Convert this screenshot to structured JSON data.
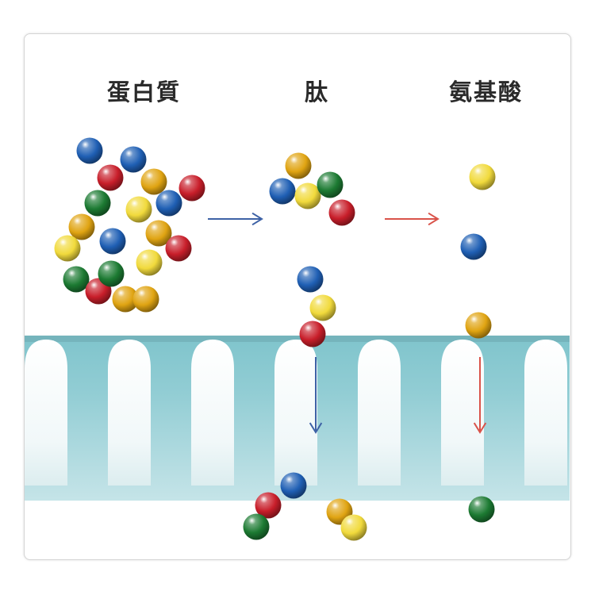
{
  "labels": {
    "protein": "蛋白質",
    "peptide": "肽",
    "amino_acid": "氨基酸"
  },
  "colors": {
    "blue": "#1f5fb4",
    "red": "#c81e2a",
    "green": "#1c7a32",
    "gold": "#e0a412",
    "yellow": "#f1da3c",
    "arrow_blue": "#3e62a6",
    "arrow_red": "#d9534a",
    "membrane": "#7fc4cc"
  },
  "groups": {
    "protein_cluster": [
      "blue",
      "blue",
      "red",
      "gold",
      "red",
      "green",
      "yellow",
      "blue",
      "gold",
      "yellow",
      "blue",
      "gold",
      "red",
      "yellow",
      "green",
      "red",
      "green",
      "gold",
      "gold"
    ],
    "peptide_chain_top": [
      "gold",
      "blue",
      "yellow",
      "green",
      "red"
    ],
    "peptide_chain_crossing": [
      "blue",
      "yellow",
      "red"
    ],
    "amino_acids_free": [
      "yellow",
      "blue",
      "gold"
    ],
    "absorbed_peptide": [
      "blue",
      "red",
      "green"
    ],
    "absorbed_pair": [
      "gold",
      "yellow"
    ],
    "absorbed_amino_acid": [
      "green"
    ]
  },
  "arrows": [
    {
      "role": "protein-to-peptide",
      "color": "arrow_blue",
      "direction": "right"
    },
    {
      "role": "peptide-to-amino-acid",
      "color": "arrow_red",
      "direction": "right"
    },
    {
      "role": "peptide-absorption",
      "color": "arrow_blue",
      "direction": "down"
    },
    {
      "role": "amino-acid-absorption",
      "color": "arrow_red",
      "direction": "down"
    }
  ]
}
